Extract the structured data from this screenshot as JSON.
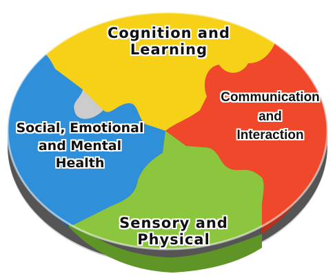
{
  "pieces": [
    {
      "id": "cognition",
      "lines": [
        "Cognition and",
        "Learning"
      ],
      "color": "#f7d117"
    },
    {
      "id": "communication",
      "lines": [
        "Communication",
        "and",
        "Interaction"
      ],
      "color": "#f0482a"
    },
    {
      "id": "social",
      "lines": [
        "Social, Emotional",
        "and Mental",
        "Health"
      ],
      "color": "#2f8fd8"
    },
    {
      "id": "sensory",
      "lines": [
        "Sensory and",
        "Physical"
      ],
      "color": "#8cc63f"
    }
  ]
}
